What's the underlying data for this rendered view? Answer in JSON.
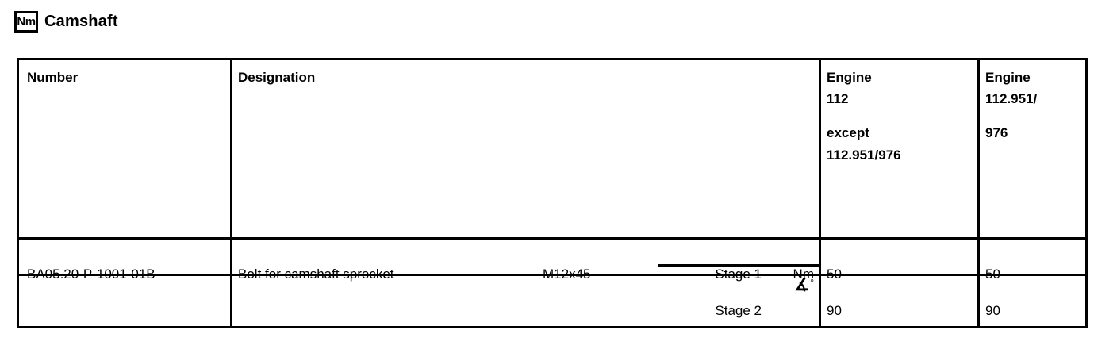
{
  "header": {
    "unit_badge": "Nm",
    "unit_badge_icon": "torque-unit-icon",
    "title": "Camshaft"
  },
  "table": {
    "columns": [
      {
        "key": "number",
        "label": "Number"
      },
      {
        "key": "designation",
        "label": "Designation"
      },
      {
        "key": "engine_112",
        "label_lines": [
          "Engine",
          "112",
          "except",
          "112.951/976"
        ]
      },
      {
        "key": "engine_112951",
        "label_lines": [
          "Engine",
          "112.951/",
          "976"
        ]
      }
    ],
    "headers": {
      "number": "Number",
      "designation": "Designation",
      "engine1_line1": "Engine",
      "engine1_line2": "112",
      "engine1_line3": "except",
      "engine1_line4": "112.951/976",
      "engine2_line1": "Engine",
      "engine2_line2": "112.951/",
      "engine2_line3": "976"
    },
    "rows": [
      {
        "number": "BA05.20-P-1001-01B",
        "designation": "Bolt for camshaft sprocket",
        "size": "M12x45",
        "stage": "Stage 1",
        "unit": "Nm",
        "engine_112": "50",
        "engine_112951_976": "50"
      },
      {
        "number": "",
        "designation": "",
        "size": "",
        "stage": "Stage 2",
        "unit": "∡°",
        "unit_symbol": "∡",
        "unit_degree": "°",
        "engine_112": "90",
        "engine_112951_976": "90"
      }
    ]
  },
  "colors": {
    "border": "#000000",
    "background": "#ffffff",
    "text": "#000000"
  }
}
